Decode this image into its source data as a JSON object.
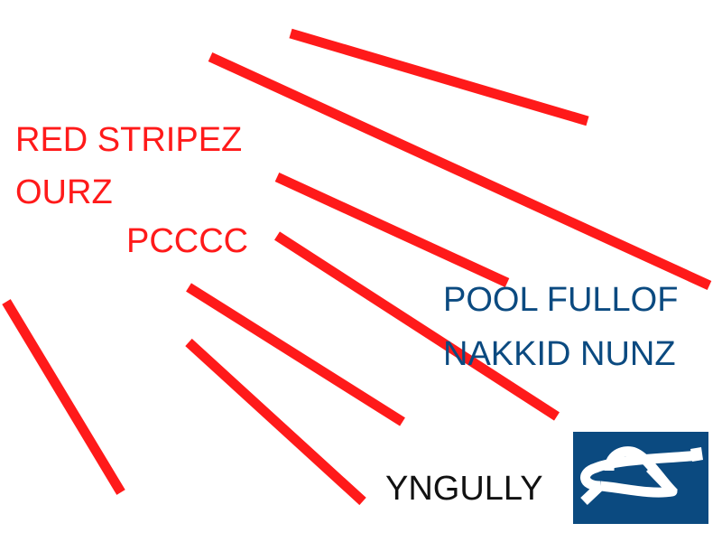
{
  "texts": {
    "red_line1": "RED STRIPEZ",
    "red_line2": "OURZ",
    "red_line3": "PCCCC",
    "blue_line1": "POOL FULLOF",
    "blue_line2": "NAKKID NUNZ",
    "black_label": "YNGULLY"
  },
  "colors": {
    "stripe": "#ff1a1a",
    "blue": "#0b4a80",
    "black": "#111111"
  },
  "icon": {
    "name": "knot-icon"
  }
}
